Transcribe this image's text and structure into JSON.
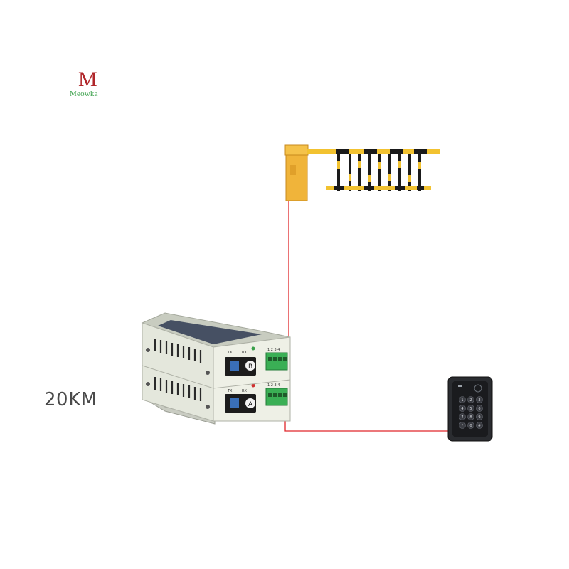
{
  "logo": {
    "letter": "M",
    "text": "Meowka"
  },
  "distance_label": "20KM",
  "transceiver_top": {
    "port_labels": [
      "TX",
      "RX"
    ],
    "terminal_numbers": "1 2 3 4",
    "channel_mark": "B"
  },
  "transceiver_bottom": {
    "port_labels": [
      "TX",
      "RX"
    ],
    "terminal_numbers": "1 2 3 4",
    "channel_mark": "A"
  },
  "keypad": {
    "keys": [
      "1",
      "2",
      "3",
      "4",
      "5",
      "6",
      "7",
      "8",
      "9",
      "*",
      "0",
      "#"
    ]
  },
  "colors": {
    "wire": "#e0262a",
    "barrier": "#f0b43a",
    "terminal": "#3aaf55",
    "housing": "#dfe3d6"
  }
}
